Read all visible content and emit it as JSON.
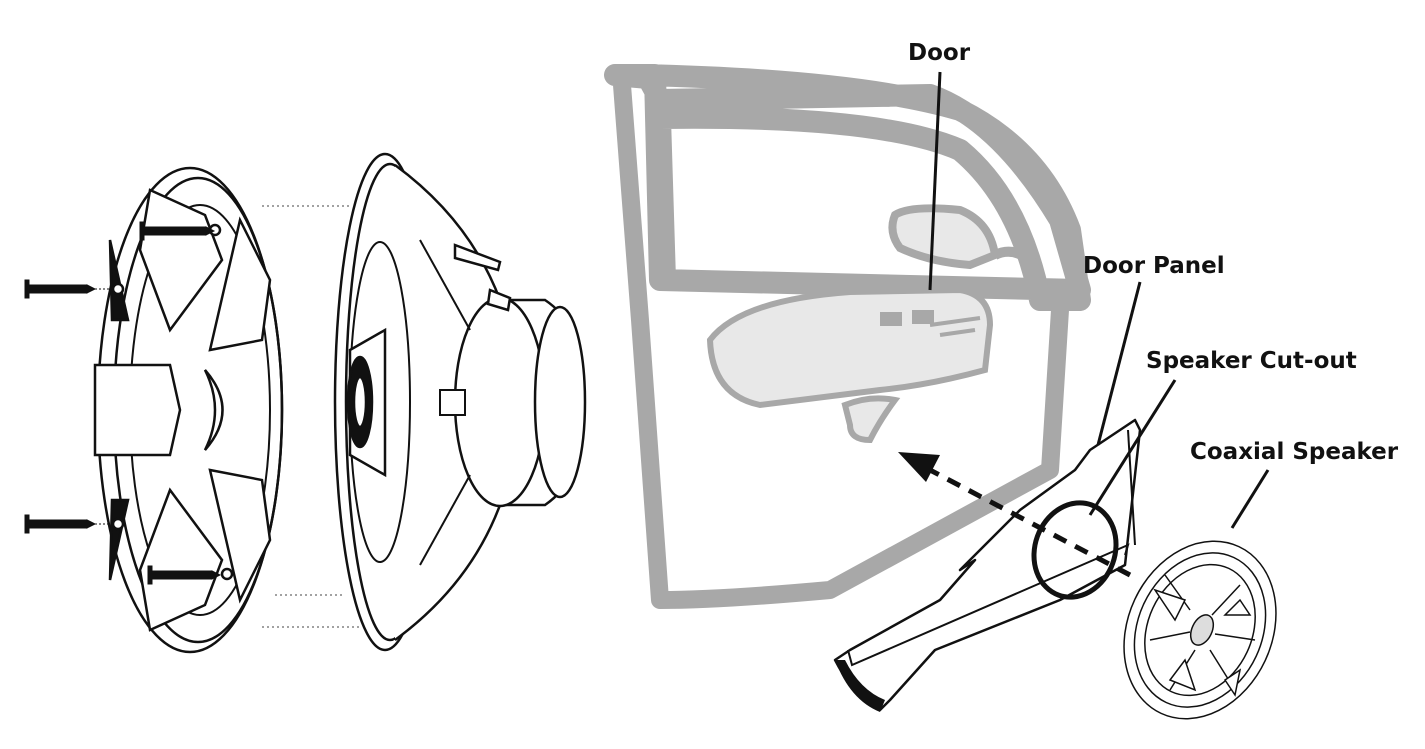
{
  "labels": {
    "door": "Door",
    "door_panel": "Door Panel",
    "speaker_cutout": "Speaker Cut-out",
    "coaxial_speaker": "Coaxial Speaker"
  },
  "colors": {
    "line": "#111111",
    "door_frame": "#a8a8a8",
    "door_fill": "#e8e8e8",
    "panel_fill": "#ffffff"
  },
  "icons": {
    "screws": "screw-icon",
    "grille": "speaker-grille-icon",
    "speaker": "coaxial-speaker-icon",
    "arrow": "insertion-arrow-icon"
  }
}
